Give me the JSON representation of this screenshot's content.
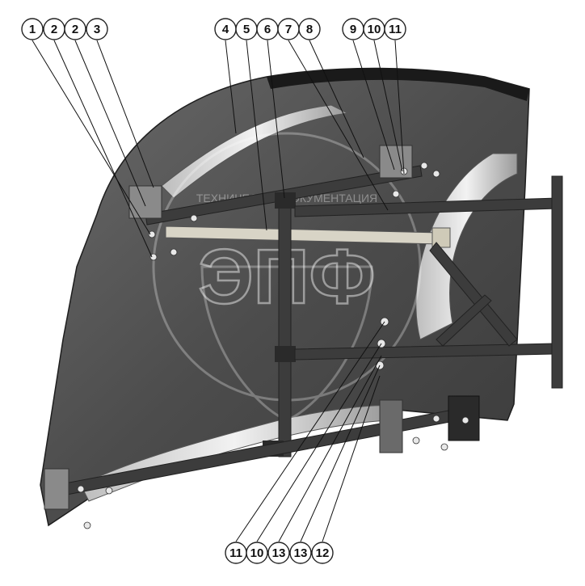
{
  "diagram": {
    "watermark": "ЭПФ",
    "watermark_top": "ТЕХНИЧЕСКАЯ ДОКУМЕНТАЦИЯ",
    "callouts_top": [
      "1",
      "2",
      "2",
      "3",
      "4",
      "5",
      "6",
      "7",
      "8",
      "9",
      "10",
      "11"
    ],
    "callouts_bottom": [
      "11",
      "10",
      "13",
      "13",
      "12"
    ]
  }
}
